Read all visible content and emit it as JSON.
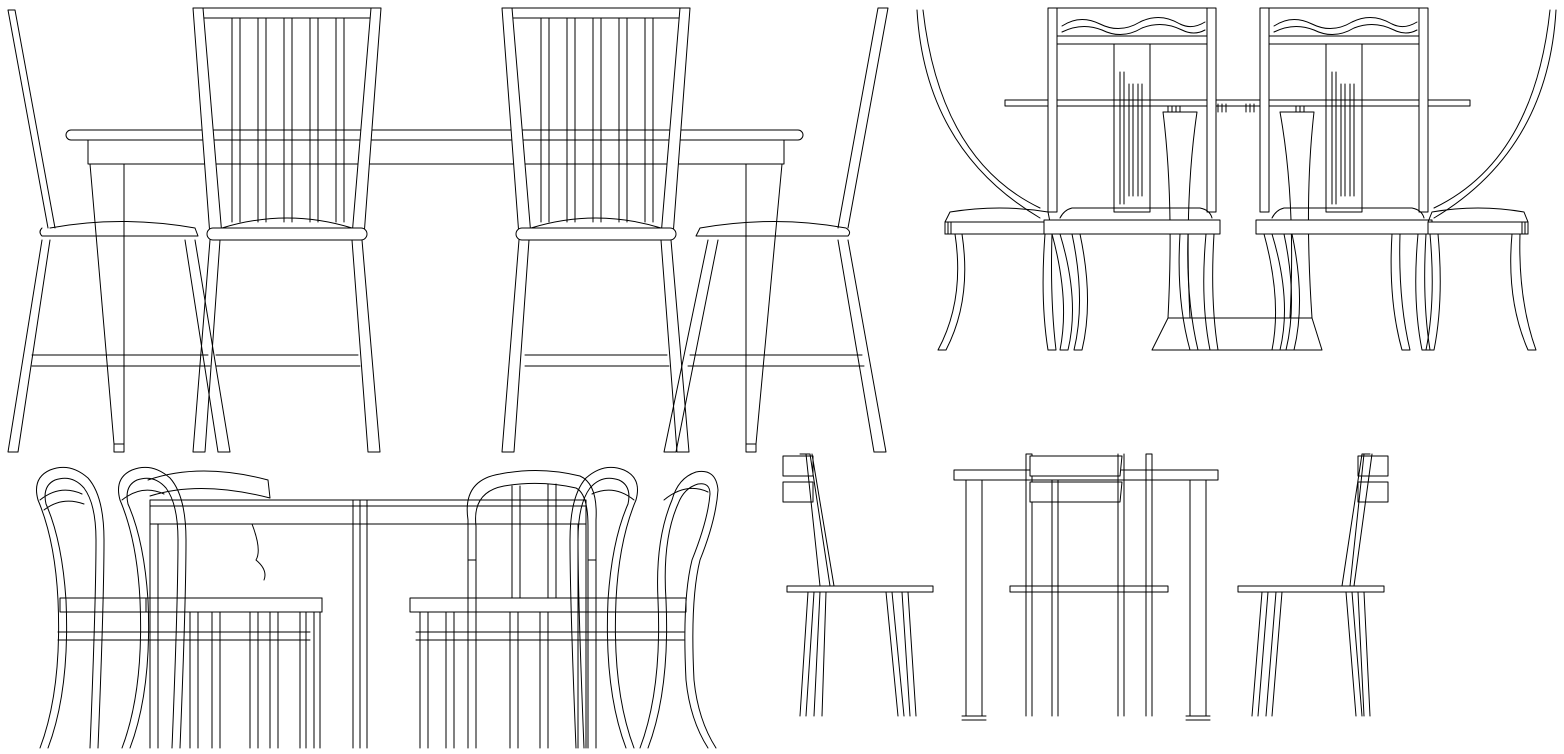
{
  "drawing": {
    "background": "#ffffff",
    "stroke_color": "#000000",
    "groups": [
      {
        "id": "group-a",
        "description_visible": false
      },
      {
        "id": "group-b",
        "description_visible": false
      },
      {
        "id": "group-c",
        "description_visible": false
      },
      {
        "id": "group-d",
        "description_visible": false
      }
    ]
  }
}
